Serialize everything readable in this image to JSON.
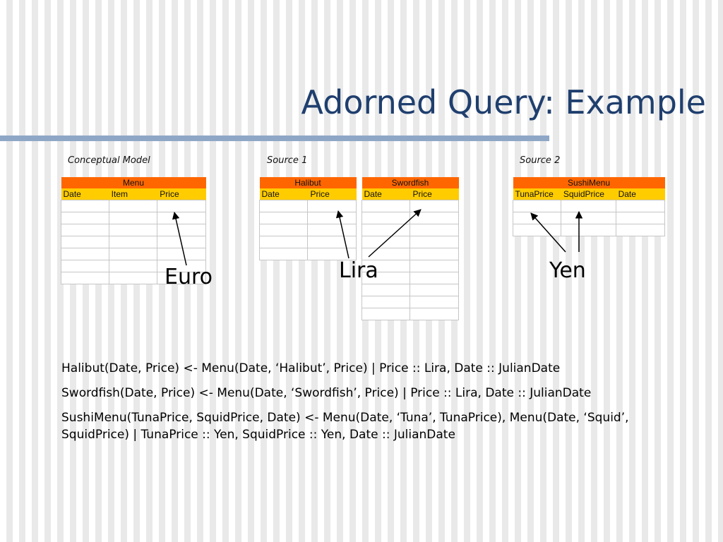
{
  "slide": {
    "title": "Adorned Query: Example"
  },
  "captions": {
    "conceptual": "Conceptual Model",
    "source1": "Source 1",
    "source2": "Source 2"
  },
  "tables": {
    "menu": {
      "name": "Menu",
      "columns": [
        "Date",
        "Item",
        "Price"
      ],
      "rows": 7
    },
    "halibut": {
      "name": "Halibut",
      "columns": [
        "Date",
        "Price"
      ],
      "rows": 5
    },
    "swordfish": {
      "name": "Swordfish",
      "columns": [
        "Date",
        "Price"
      ],
      "rows": 10
    },
    "sushimenu": {
      "name": "SushiMenu",
      "columns": [
        "TunaPrice",
        "SquidPrice",
        "Date"
      ],
      "rows": 3
    }
  },
  "currencies": {
    "euro": "Euro",
    "lira": "Lira",
    "yen": "Yen"
  },
  "rules": [
    "Halibut(Date, Price) <- Menu(Date, ‘Halibut’, Price) | Price :: Lira, Date :: JulianDate",
    "Swordfish(Date, Price) <- Menu(Date, ‘Swordfish’, Price) | Price :: Lira, Date :: JulianDate",
    "SushiMenu(TunaPrice, SquidPrice, Date) <- Menu(Date, ‘Tuna’, TunaPrice), Menu(Date, ‘Squid’, SquidPrice) | TunaPrice :: Yen, SquidPrice :: Yen, Date :: JulianDate"
  ],
  "colors": {
    "title": "#1f3f6e",
    "table_header": "#ff6600",
    "column_header": "#ffcc00",
    "rule_bar": "#8fa7c7"
  }
}
